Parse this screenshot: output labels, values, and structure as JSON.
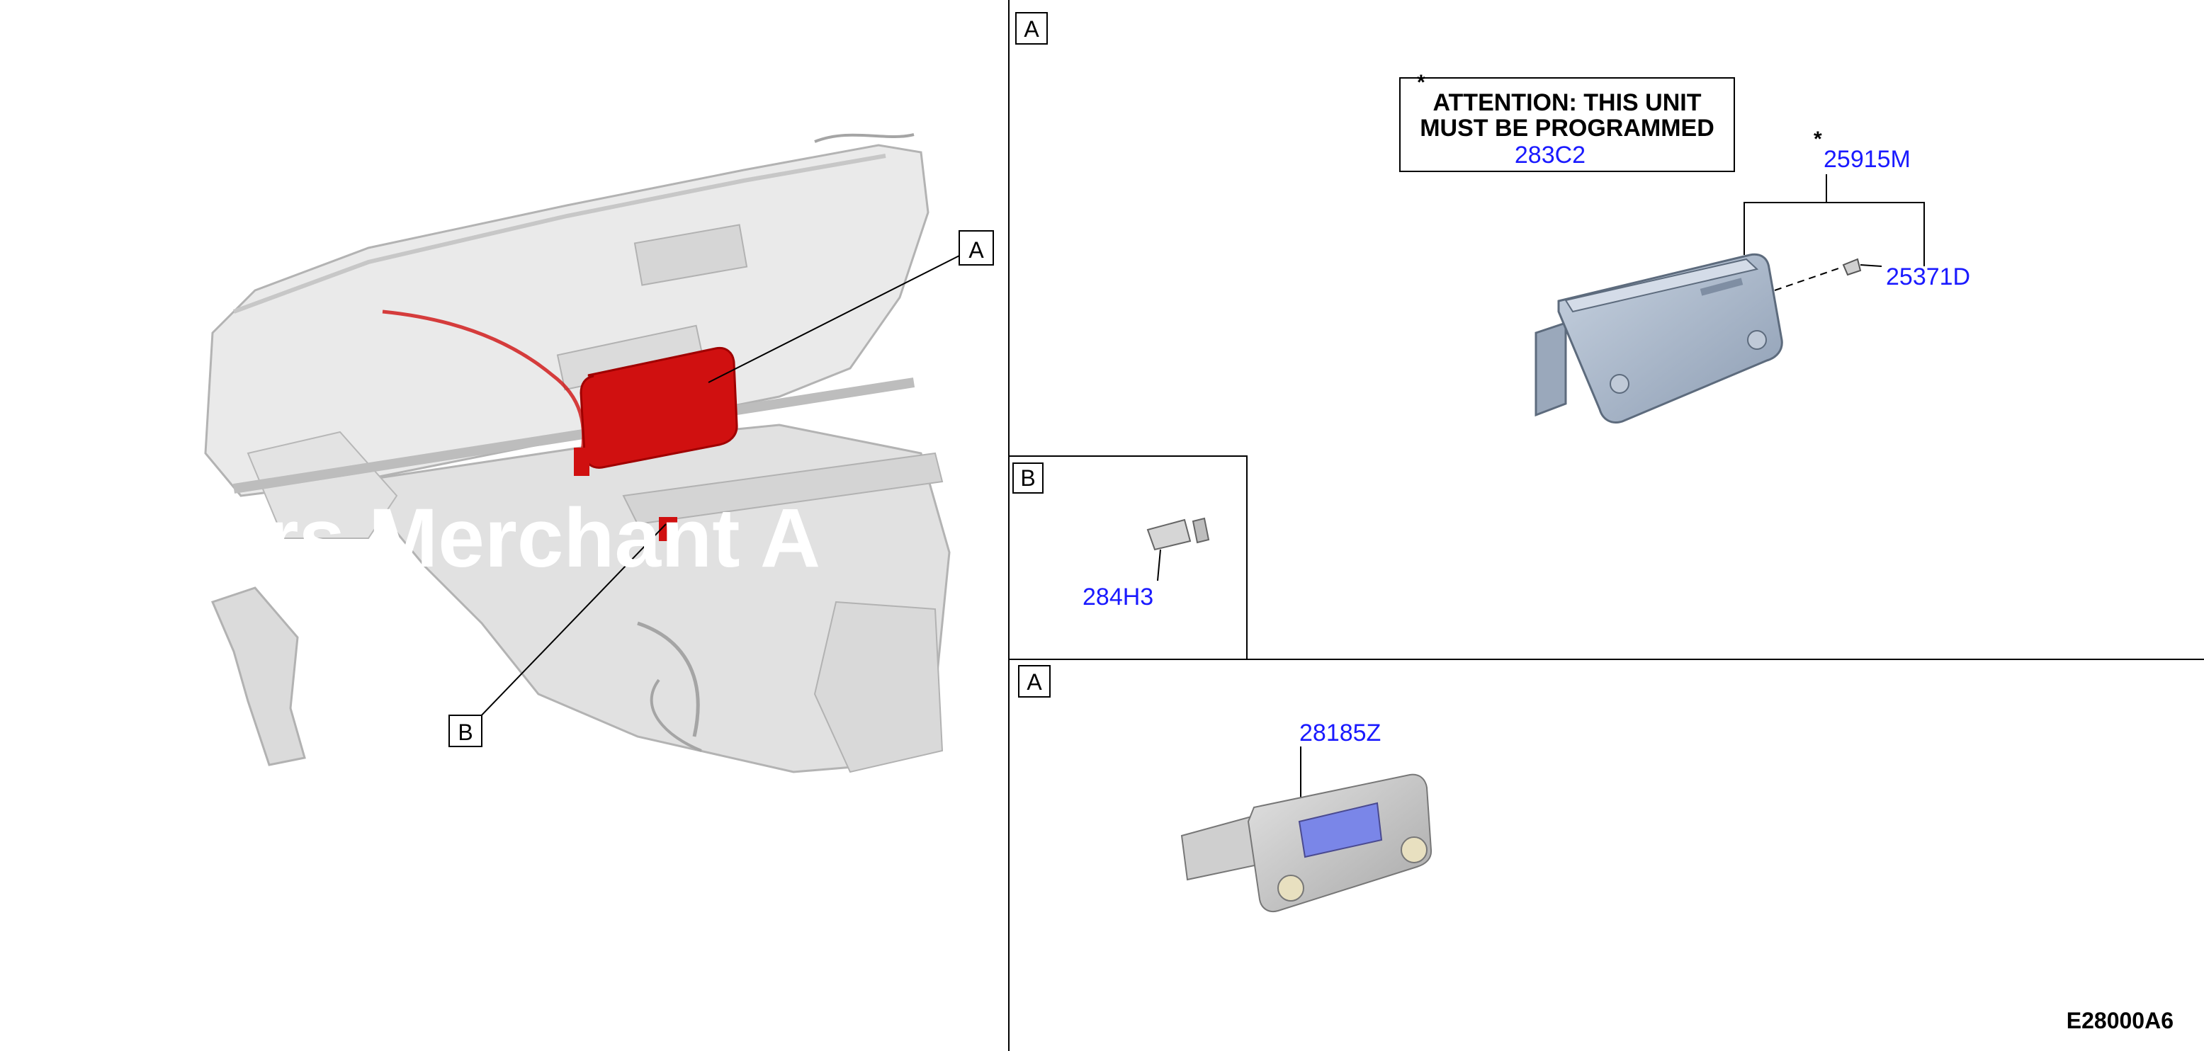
{
  "callouts": {
    "left_a": "A",
    "left_b": "B",
    "panel_a_top": "A",
    "panel_b": "B",
    "panel_a_bottom": "A"
  },
  "attention": {
    "line1": "ATTENTION: THIS UNIT",
    "line2": "MUST BE PROGRAMMED",
    "part": "283C2",
    "star": "*"
  },
  "parts": {
    "p25915M": "25915M",
    "p25915M_star": "*",
    "p25371D": "25371D",
    "p284H3": "284H3",
    "p28185Z": "28185Z"
  },
  "watermark": "ers Merchant A",
  "diagram_code": "E28000A6",
  "colors": {
    "part_number": "#1a1aff",
    "highlight": "#d01010",
    "unit_body": "#a9b8cc"
  }
}
